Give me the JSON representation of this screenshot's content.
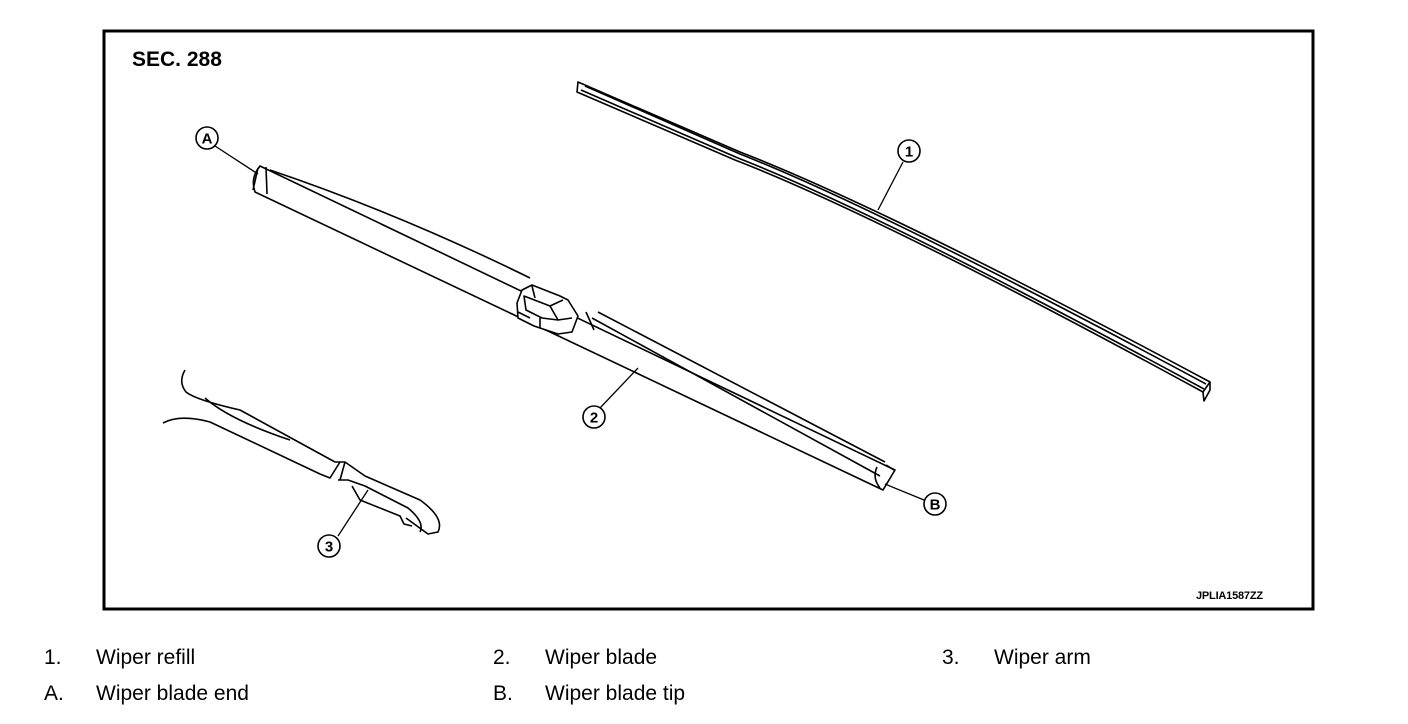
{
  "figure": {
    "section": "SEC. 288",
    "figure_code": "JPLIA1587ZZ",
    "callouts": {
      "one": "1",
      "two": "2",
      "three": "3",
      "a": "A",
      "b": "B"
    }
  },
  "legend": [
    {
      "number": "1.",
      "text": "Wiper refill"
    },
    {
      "number": "2.",
      "text": "Wiper blade"
    },
    {
      "number": "3.",
      "text": "Wiper arm"
    },
    {
      "number": "A.",
      "text": "Wiper blade end"
    },
    {
      "number": "B.",
      "text": "Wiper blade tip"
    }
  ]
}
